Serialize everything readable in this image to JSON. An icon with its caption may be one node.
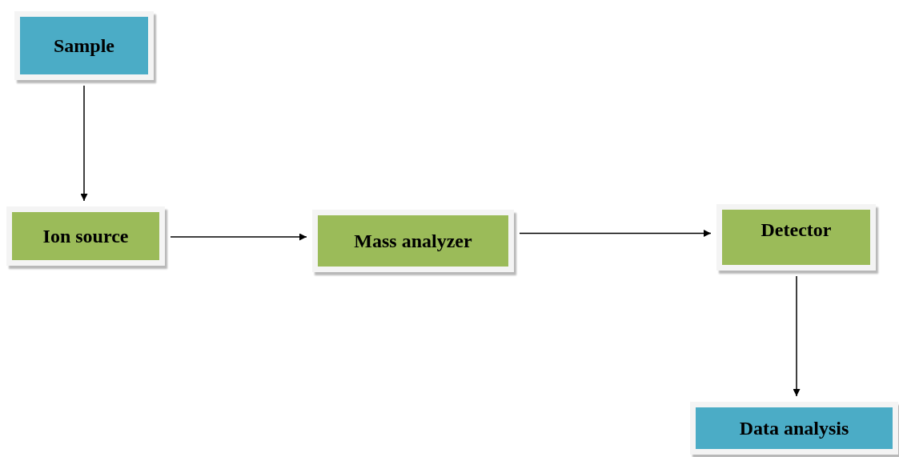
{
  "diagram": {
    "nodes": [
      {
        "text": [
          "Sample"
        ]
      },
      {
        "text": [
          "Ion source"
        ]
      },
      {
        "text": [
          "Mass analyzer"
        ]
      },
      {
        "text": [
          "Detector"
        ]
      },
      {
        "text": [
          "Data analysis"
        ]
      }
    ],
    "edges": [
      {
        "from": 0,
        "to": 1,
        "arrow": "to"
      },
      {
        "from": 1,
        "to": 2,
        "arrow": "to"
      },
      {
        "from": 2,
        "to": 3,
        "arrow": "to"
      },
      {
        "from": 3,
        "to": 4,
        "arrow": "to"
      }
    ]
  }
}
